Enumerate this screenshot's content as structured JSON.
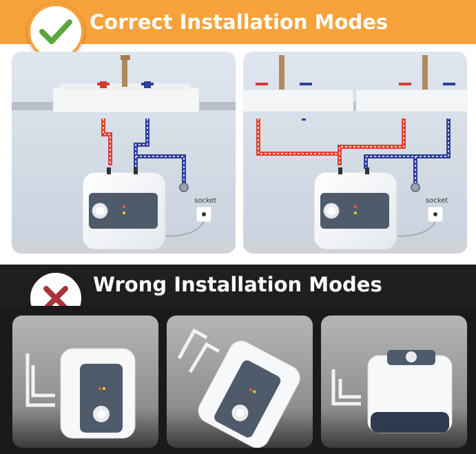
{
  "correct": {
    "title": "Correct Installation Modes",
    "socket_label_1": "socket",
    "socket_label_2": "socket"
  },
  "wrong": {
    "title": "Wrong Installation Modes"
  },
  "colors": {
    "accent_orange": "#f7a23b",
    "dark_banner": "#1f1f1f",
    "check_green": "#5aa63c",
    "cross_red": "#a8343a",
    "hot_pipe": "#e0402f",
    "cold_pipe": "#2f3e9e"
  },
  "icons": [
    "check-icon",
    "cross-icon"
  ]
}
